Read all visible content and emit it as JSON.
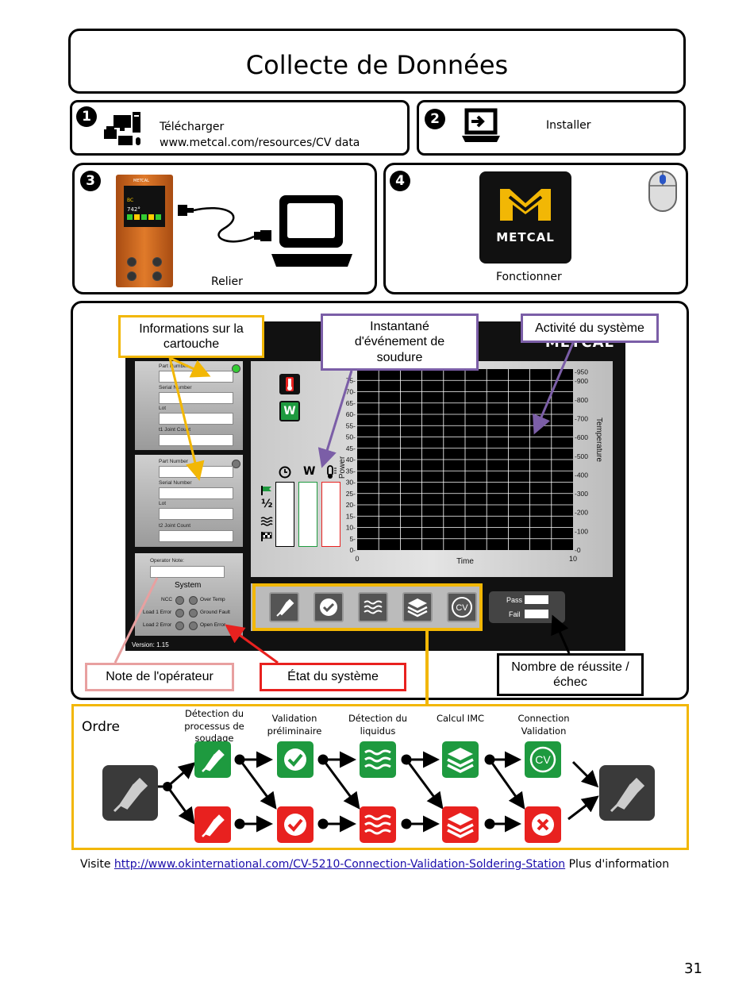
{
  "title": "Collecte de Données",
  "step1": {
    "num": "1",
    "line1": "Télécharger",
    "line2": "www.metcal.com/resources/CV  data"
  },
  "step2": {
    "num": "2",
    "label": "Installer"
  },
  "step3": {
    "num": "3",
    "label": "Relier",
    "device_brand": "METCAL",
    "device_code": "BC",
    "device_temp": "742°"
  },
  "step4": {
    "num": "4",
    "label": "Fonctionner",
    "logo": "METCAL"
  },
  "app": {
    "brand": "METCAL",
    "version": "Version: 1.15",
    "tool1": {
      "part": "Part Number",
      "serial": "Serial Number",
      "lot": "Lot",
      "joint": "t1 Joint Count"
    },
    "tool2": {
      "part": "Part Number",
      "serial": "Serial Number",
      "lot": "Lot",
      "joint": "t2 Joint Count"
    },
    "operator_note": "Operator Note:",
    "system": "System",
    "status": {
      "ncc": "NCC",
      "over_temp": "Over Temp",
      "load1": "Load 1 Error",
      "ground": "Ground Fault",
      "load2": "Load 2 Error",
      "open": "Open Error"
    },
    "bars": {
      "half": "½"
    },
    "pass": "Pass",
    "fail": "Fail"
  },
  "chart_data": {
    "type": "line",
    "xlabel": "Time",
    "ylabel": "Power",
    "y2label": "Temperature",
    "xlim": [
      0,
      10
    ],
    "ylim": [
      0,
      80
    ],
    "y2lim": [
      0,
      950
    ],
    "x_ticks": [
      "0",
      "10"
    ],
    "y_ticks": [
      "0-",
      "5-",
      "10-",
      "15-",
      "20-",
      "25-",
      "30-",
      "35-",
      "40-",
      "45-",
      "50-",
      "55-",
      "60-",
      "65-",
      "70-",
      "75-"
    ],
    "y2_ticks": [
      "-0",
      "-100",
      "-200",
      "-300",
      "-400",
      "-500",
      "-600",
      "-700",
      "-800",
      "-900",
      "-950"
    ],
    "series": []
  },
  "callouts": {
    "cartridge": "Informations sur la cartouche",
    "snapshot": "Instantané d'événement de soudure",
    "activity": "Activité du système",
    "operator": "Note de l'opérateur",
    "state": "État du système",
    "passfail": "Nombre de réussite / échec"
  },
  "order": {
    "title": "Ordre",
    "steps": [
      "Détection du processus de soudage",
      "Validation préliminaire",
      "Détection du liquidus",
      "Calcul IMC",
      "Connection Validation"
    ]
  },
  "footer": {
    "prefix": "Visite ",
    "link": "http://www.okinternational.com/CV-5210-Connection-Validation-Soldering-Station",
    "suffix": " Plus d'information"
  },
  "page_number": "31",
  "colors": {
    "callout_yellow": "#f2b705",
    "callout_purple": "#7b5ea7",
    "callout_pink": "#e8a0a0",
    "callout_red": "#e8211f",
    "green": "#1e9a3f",
    "red": "#e8211f"
  }
}
